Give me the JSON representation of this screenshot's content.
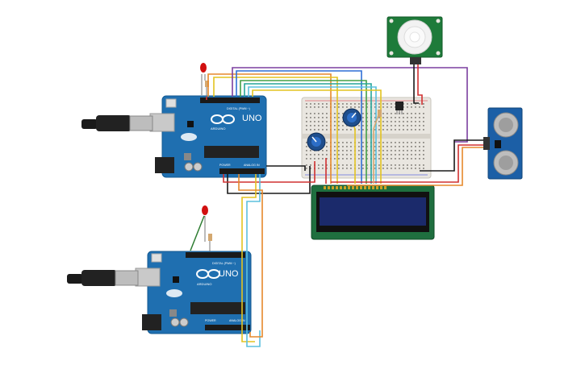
{
  "canvas": {
    "background": "#ffffff"
  },
  "colors": {
    "arduino_board": "#1f6fb0",
    "arduino_board_dark": "#155a92",
    "lcd_board": "#1f6f3f",
    "lcd_screen": "#1b2a6b",
    "pir_board": "#1e7b3a",
    "ultrasonic_board": "#1c5fa6",
    "breadboard": "#e9e6e0",
    "led_red": "#d10f0f",
    "resistor": "#d4a870",
    "wire_red": "#d03030",
    "wire_black": "#1a1a1a",
    "wire_orange": "#e6892b",
    "wire_yellow": "#e3c320",
    "wire_green": "#43a047",
    "wire_blue": "#2f6fd6",
    "wire_teal": "#26a69a",
    "wire_purple": "#7b3fa0",
    "wire_cyan": "#5bc0de"
  },
  "components": {
    "arduino_top": {
      "logo_text": "UNO",
      "brand": "ARDUINO",
      "digital_label": "DIGITAL (PWM ~)",
      "power_label": "POWER",
      "analog_label": "ANALOG IN"
    },
    "arduino_bottom": {
      "logo_text": "UNO",
      "brand": "ARDUINO",
      "digital_label": "DIGITAL (PWM ~)",
      "power_label": "POWER",
      "analog_label": "ANALOG IN"
    },
    "pir_sensor": {
      "icon": "pir-motion-sensor-icon"
    },
    "ultrasonic_sensor": {
      "icon": "ultrasonic-sensor-icon"
    },
    "lcd": {
      "icon": "lcd-16x2-display-icon"
    },
    "breadboard": {
      "icon": "breadboard-icon"
    },
    "potentiometers": {
      "count": 2,
      "icon": "potentiometer-icon"
    },
    "leds": {
      "count": 2,
      "color_name": "red",
      "icon": "led-icon"
    },
    "usb_cables": {
      "count": 2,
      "icon": "usb-cable-icon"
    },
    "ic_chip": {
      "icon": "ic-chip-icon"
    }
  }
}
